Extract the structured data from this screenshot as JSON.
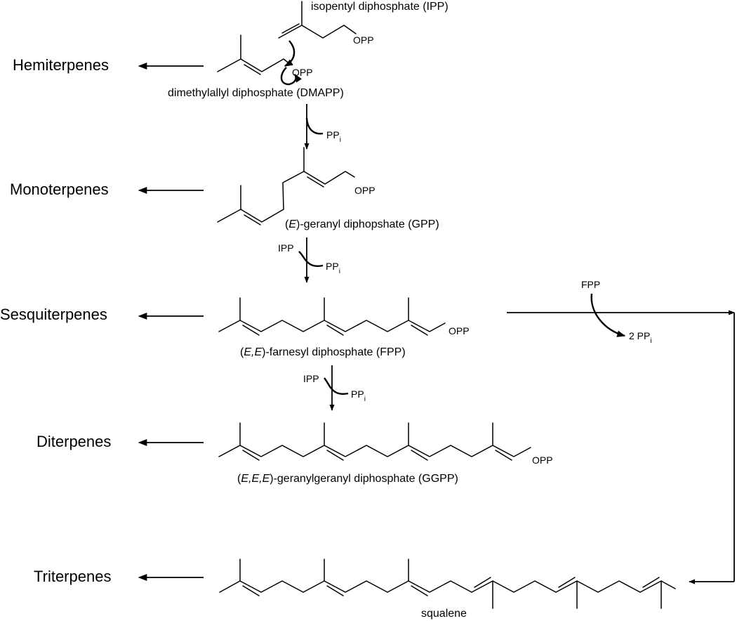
{
  "classes": {
    "hemi": "Hemiterpenes",
    "mono": "Monoterpenes",
    "sesqui": "Sesquiterpenes",
    "di": "Diterpenes",
    "tri": "Triterpenes"
  },
  "compounds": {
    "ipp": "isopentyl diphosphate (IPP)",
    "dmapp": "dimethylallyl diphosphate (DMAPP)",
    "gpp_prefix": "(",
    "gpp_italic": "E",
    "gpp_rest": ")-geranyl diphopshate (GPP)",
    "fpp_prefix": "(",
    "fpp_italic": "E,E",
    "fpp_rest": ")-farnesyl diphosphate (FPP)",
    "ggpp_prefix": "(",
    "ggpp_italic": "E,E,E",
    "ggpp_rest": ")-geranylgeranyl diphosphate (GGPP)",
    "squalene": "squalene"
  },
  "atoms": {
    "opp": "OPP"
  },
  "reagents": {
    "ipp": "IPP",
    "ppi_main": "PP",
    "ppi_sub": "i",
    "fpp": "FPP",
    "two_ppi_main": "2 PP",
    "two_ppi_sub": "i"
  }
}
